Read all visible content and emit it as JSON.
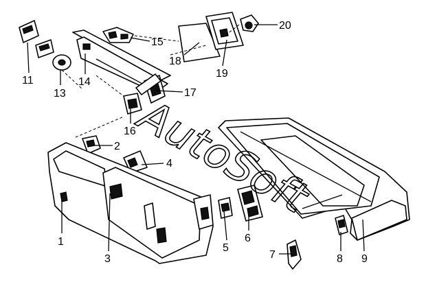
{
  "diagram": {
    "watermark_text": "AutoSoft",
    "callouts": [
      {
        "id": "1",
        "label": "1"
      },
      {
        "id": "2",
        "label": "2"
      },
      {
        "id": "3",
        "label": "3"
      },
      {
        "id": "4",
        "label": "4"
      },
      {
        "id": "5",
        "label": "5"
      },
      {
        "id": "6",
        "label": "6"
      },
      {
        "id": "7",
        "label": "7"
      },
      {
        "id": "8",
        "label": "8"
      },
      {
        "id": "9",
        "label": "9"
      },
      {
        "id": "11",
        "label": "11"
      },
      {
        "id": "13",
        "label": "13"
      },
      {
        "id": "14",
        "label": "14"
      },
      {
        "id": "15",
        "label": "15"
      },
      {
        "id": "16",
        "label": "16"
      },
      {
        "id": "17",
        "label": "17"
      },
      {
        "id": "18",
        "label": "18"
      },
      {
        "id": "19",
        "label": "19"
      },
      {
        "id": "20",
        "label": "20"
      }
    ]
  }
}
